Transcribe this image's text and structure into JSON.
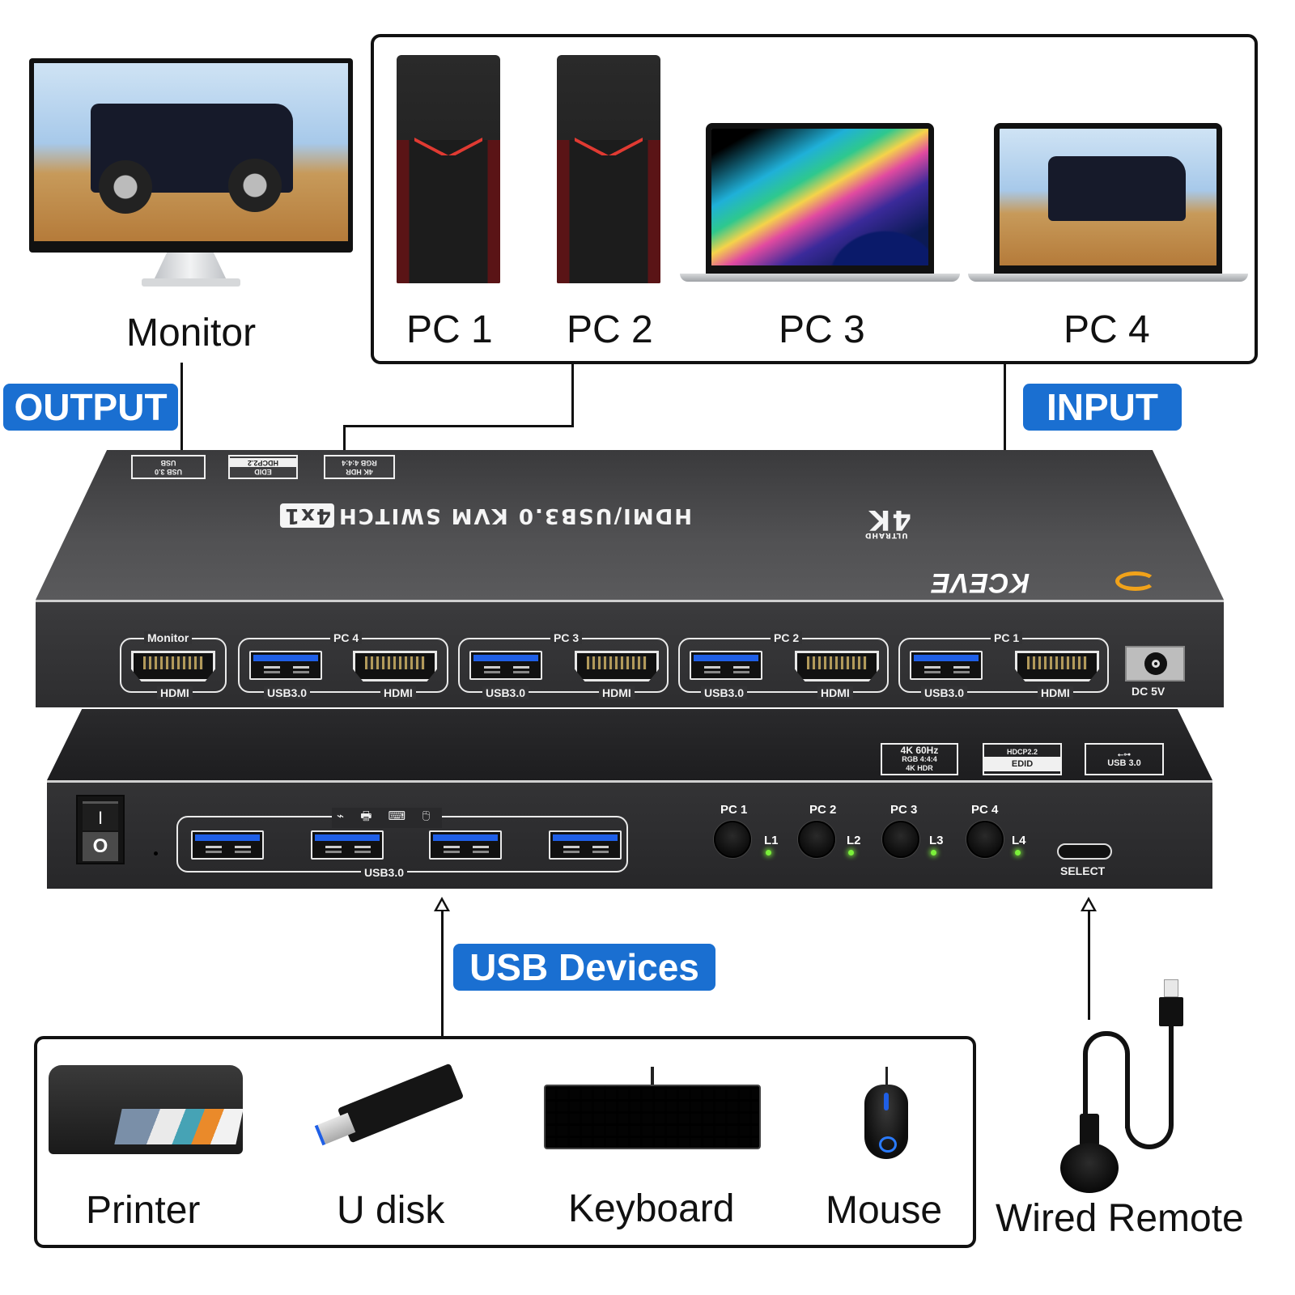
{
  "diagram": {
    "title": "4K HDMI/USB3.0 KVM Switch 4x1 connection diagram",
    "accent_color": "#1a6fd1"
  },
  "tags": {
    "output": "OUTPUT",
    "input": "INPUT",
    "usb_devices": "USB Devices"
  },
  "output_device": {
    "label": "Monitor"
  },
  "input_devices": [
    {
      "label": "PC 1",
      "type": "desktop-tower"
    },
    {
      "label": "PC 2",
      "type": "desktop-tower"
    },
    {
      "label": "PC 3",
      "type": "laptop"
    },
    {
      "label": "PC 4",
      "type": "laptop"
    }
  ],
  "kvm_top_unit": {
    "brand": "KCEVE",
    "lid_title": "HDMI/USB3.0 KVM SWITCH",
    "lid_title_badge": "4x1",
    "lid_logo_4k": "4K",
    "lid_logo_ultrahd": "ULTRAHD",
    "lid_badges": [
      {
        "top": "USB 3.0",
        "bottom": "USB"
      },
      {
        "top": "EDID",
        "bottom": "HDCP2.2"
      },
      {
        "top": "4K HDR",
        "bottom": "RGB 4:4:4"
      }
    ],
    "port_groups": [
      {
        "label": "Monitor",
        "ports": [
          "HDMI"
        ]
      },
      {
        "label": "PC 4",
        "ports": [
          "USB3.0",
          "HDMI"
        ]
      },
      {
        "label": "PC 3",
        "ports": [
          "USB3.0",
          "HDMI"
        ]
      },
      {
        "label": "PC 2",
        "ports": [
          "USB3.0",
          "HDMI"
        ]
      },
      {
        "label": "PC 1",
        "ports": [
          "USB3.0",
          "HDMI"
        ]
      }
    ],
    "power_port": "DC 5V"
  },
  "kvm_front_unit": {
    "lid_badges": [
      {
        "line1": "4K 60Hz",
        "line2": "RGB 4:4:4",
        "line3": "4K HDR"
      },
      {
        "line1": "HDCP2.2",
        "line2": "EDID"
      },
      {
        "line1": "USB",
        "line2": "USB 3.0"
      }
    ],
    "power_switch": {
      "on": "I",
      "off": "O"
    },
    "usb_hub_label": "USB3.0",
    "usb_hub_icons": "⌁ 🖶 ⌨ 🖰",
    "usb_port_count": 4,
    "buttons": [
      {
        "label": "PC 1",
        "led": "L1"
      },
      {
        "label": "PC 2",
        "led": "L2"
      },
      {
        "label": "PC 3",
        "led": "L3"
      },
      {
        "label": "PC 4",
        "led": "L4"
      }
    ],
    "select_port": "SELECT"
  },
  "usb_devices": [
    {
      "label": "Printer"
    },
    {
      "label": "U disk"
    },
    {
      "label": "Keyboard"
    },
    {
      "label": "Mouse"
    }
  ],
  "remote": {
    "label": "Wired Remote"
  }
}
